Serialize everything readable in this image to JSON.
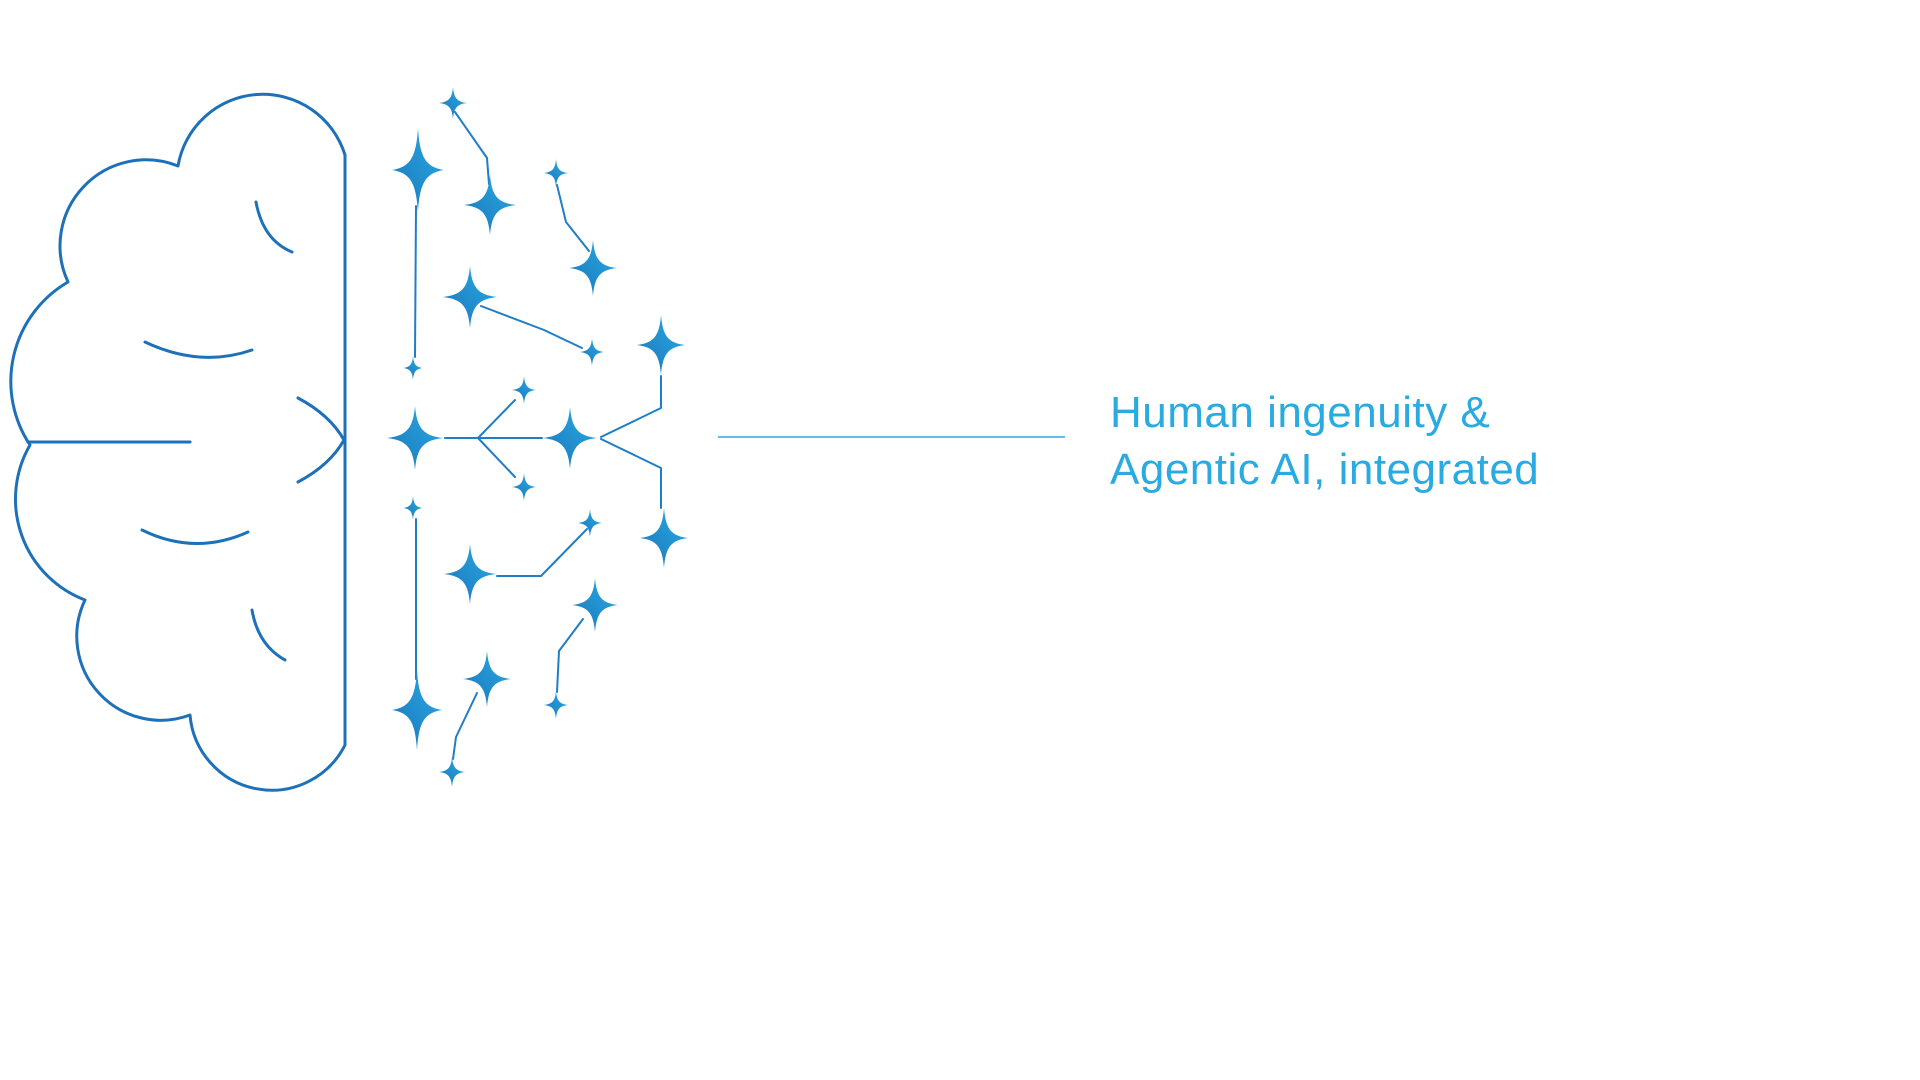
{
  "headline": {
    "line1": "Human ingenuity &",
    "line2": "Agentic AI, integrated"
  },
  "theme": {
    "background": "#ffffff",
    "brain-stroke": "#1d71b8",
    "accent": "#29abe2",
    "spark-dark": "#1b75bc",
    "spark-light": "#29abe2"
  },
  "icons": {
    "brain": "half-brain-outline-icon",
    "sparkles": "four-point-star-network-icon",
    "pointer": "pointer-line"
  }
}
